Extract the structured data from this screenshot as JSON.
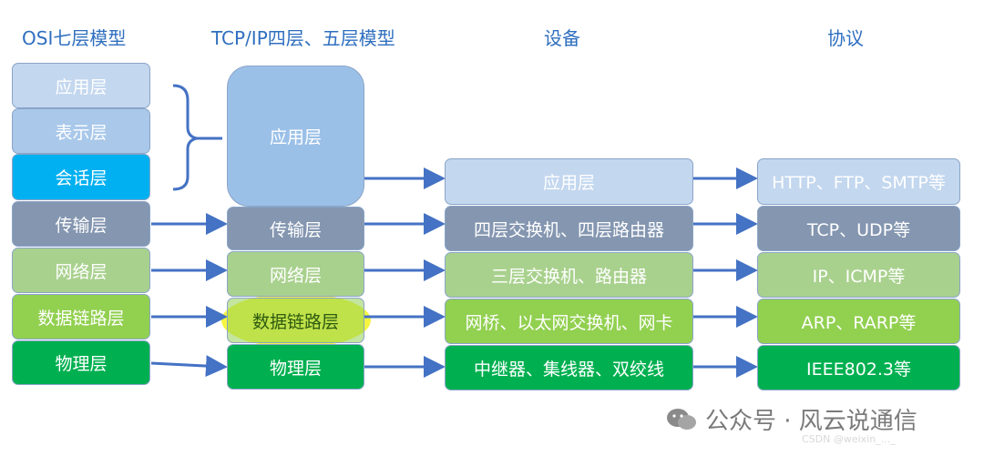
{
  "headers": {
    "osi": "OSI七层模型",
    "tcpip": "TCP/IP四层、五层模型",
    "devices": "设备",
    "protocols": "协议"
  },
  "osi_layers": [
    "应用层",
    "表示层",
    "会话层",
    "传输层",
    "网络层",
    "数据链路层",
    "物理层"
  ],
  "tcpip_layers": [
    "应用层",
    "传输层",
    "网络层",
    "数据链路层",
    "物理层"
  ],
  "devices": [
    "应用层",
    "四层交换机、四层路由器",
    "三层交换机、路由器",
    "网桥、以太网交换机、网卡",
    "中继器、集线器、双绞线"
  ],
  "protocols": [
    "HTTP、FTP、SMTP等",
    "TCP、UDP等",
    "IP、ICMP等",
    "ARP、RARP等",
    "IEEE802.3等"
  ],
  "watermark": {
    "text": "公众号 · 风云说通信",
    "faint": "CSDN @weixin_..._"
  },
  "colors": {
    "application": "#c3d7ef",
    "session": "#00b0f0",
    "transport": "#8496b0",
    "network": "#a9d18e",
    "datalink": "#92d050",
    "physical": "#00b050",
    "arrow": "#4472c4",
    "header": "#2f6fbf",
    "highlight": "#f2f200"
  }
}
